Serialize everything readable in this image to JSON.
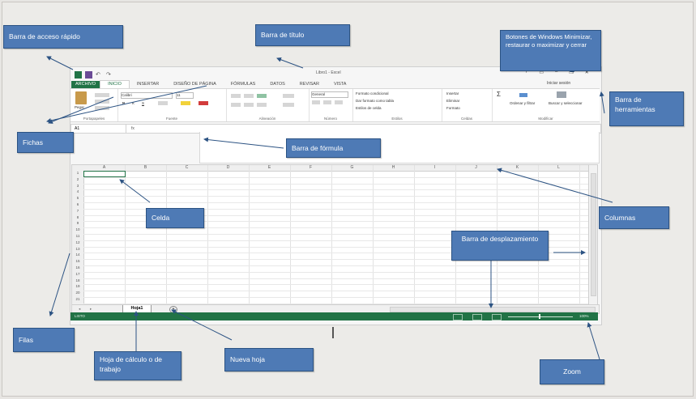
{
  "callouts": {
    "quick_access": "Barra de acceso rápido",
    "title_bar": "Barra de título",
    "window_buttons": "Botones de Windows Minimizar, restaurar o maximizar y cerrar",
    "toolbar": "Barra de herramientas",
    "tabs": "Fichas",
    "formula_bar": "Barra de fórmula",
    "cell": "Celda",
    "columns": "Columnas",
    "scrollbar": "Barra de desplazamiento",
    "rows": "Filas",
    "worksheet": "Hoja de cálculo o de trabajo",
    "new_sheet": "Nueva hoja",
    "zoom": "Zoom"
  },
  "excel": {
    "window_title": "Libro1 - Excel",
    "sign_in": "Iniciar sesión",
    "tabs": [
      "ARCHIVO",
      "INICIO",
      "INSERTAR",
      "DISEÑO DE PÁGINA",
      "FÓRMULAS",
      "DATOS",
      "REVISAR",
      "VISTA"
    ],
    "active_tab": "INICIO",
    "ribbon_groups": [
      "Portapapeles",
      "Fuente",
      "Alineación",
      "Número",
      "Estilos",
      "Celdas",
      "Modificar"
    ],
    "ribbon": {
      "paste": "Pegar",
      "font_name": "Calibri",
      "font_size": "11",
      "number_format": "General",
      "cond_format": "Formato condicional",
      "table_format": "Dar formato como tabla",
      "cell_styles": "Estilos de celda",
      "insert": "Insertar",
      "delete": "Eliminar",
      "format": "Formato",
      "sort": "Ordenar y filtrar",
      "find": "Buscar y seleccionar"
    },
    "name_box": "A1",
    "fx": "fx",
    "columns": [
      "A",
      "B",
      "C",
      "D",
      "E",
      "F",
      "G",
      "H",
      "I",
      "J",
      "K",
      "L"
    ],
    "rows": [
      "1",
      "2",
      "3",
      "4",
      "5",
      "6",
      "7",
      "8",
      "9",
      "10",
      "11",
      "12",
      "13",
      "14",
      "15",
      "16",
      "17",
      "18",
      "19",
      "20",
      "21"
    ],
    "sheet_tab": "Hoja1",
    "new_sheet_symbol": "+",
    "status": "LISTO",
    "zoom_value": "100%",
    "accent_color": "#217346"
  }
}
